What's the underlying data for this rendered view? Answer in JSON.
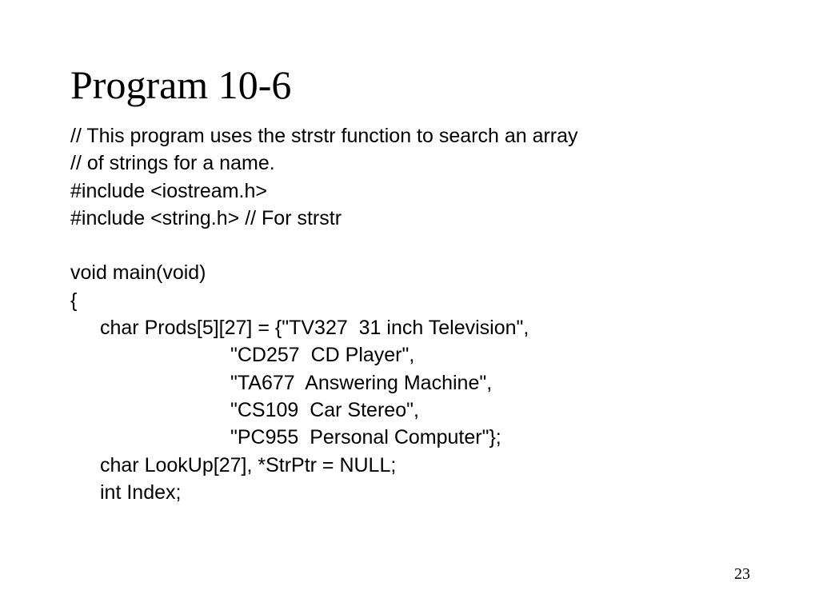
{
  "slide": {
    "title": "Program 10-6",
    "page_number": "23",
    "code_lines": [
      "// This program uses the strstr function to search an array",
      "// of strings for a name.",
      "#include <iostream.h>",
      "#include <string.h> // For strstr",
      "",
      "void main(void)",
      "{",
      "char Prods[5][27] = {\"TV327  31 inch Television\",",
      "\"CD257  CD Player\",",
      "\"TA677  Answering Machine\",",
      "\"CS109  Car Stereo\",",
      "\"PC955  Personal Computer\"};",
      "char LookUp[27], *StrPtr = NULL;",
      "int Index;"
    ]
  }
}
